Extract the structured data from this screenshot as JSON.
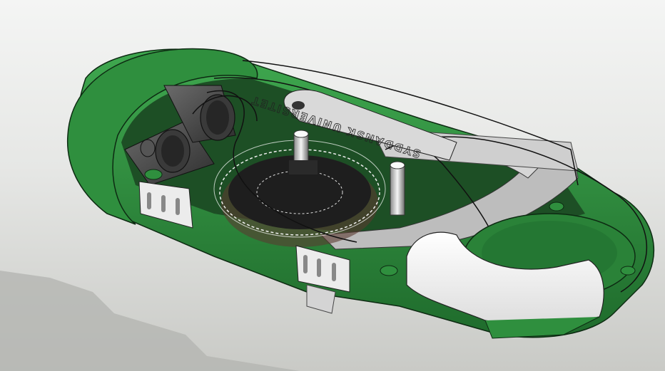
{
  "scene": {
    "type": "3d-cad-render",
    "subject": "cutaway handheld device with green housing, gears and transparent top shell",
    "embossed_label": "SYDDANSK UNIVERSITET",
    "colors": {
      "housing_green": "#2f8f3e",
      "housing_green_dark": "#1f6b2c",
      "housing_green_light": "#3fa84f",
      "gear_gray": "#c9c9c9",
      "tube_gray": "#4a4a4a",
      "white_part": "#f2f2f2",
      "background_top": "#f4f5f4",
      "background_bottom": "#c9cac6",
      "shadow": "#a9aaa6"
    }
  }
}
